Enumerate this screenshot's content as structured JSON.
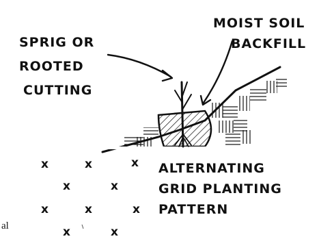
{
  "labels": {
    "moist_soil": [
      "MOIST SOIL",
      "BACKFILL"
    ],
    "sprig": [
      "SPRIG OR",
      "ROOTED",
      "CUTTING"
    ],
    "pattern": [
      "ALTERNATING",
      "GRID PLANTING",
      "PATTERN"
    ],
    "stray_letter": "al"
  },
  "pattern_marker": "x",
  "colors": {
    "ink": "#111111",
    "paper": "#ffffff"
  }
}
